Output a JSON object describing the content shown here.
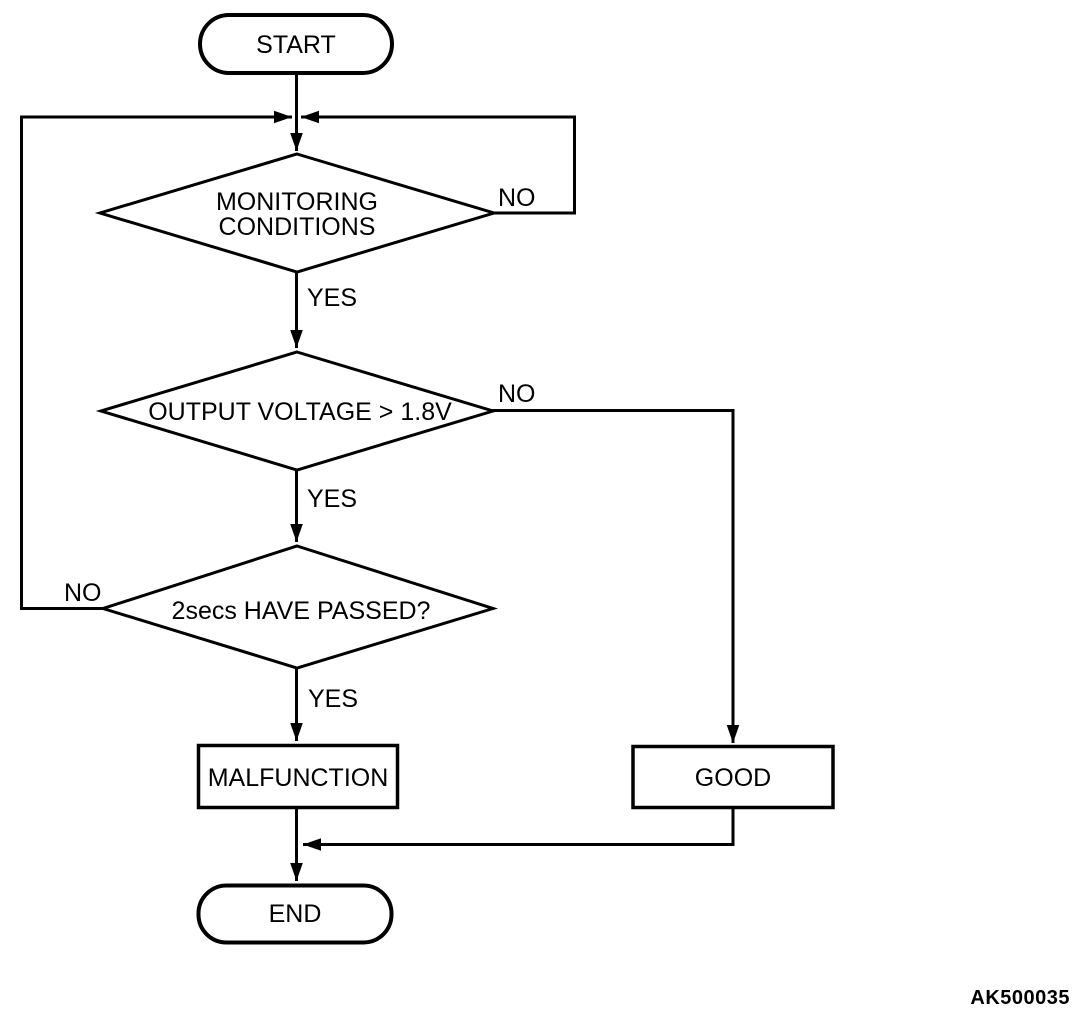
{
  "figure": {
    "code": "AK500035",
    "background_color": "#ffffff",
    "line_color": "#000000",
    "text_color": "#000000"
  },
  "flowchart": {
    "start": {
      "label": "START"
    },
    "decision_monitoring": {
      "line1": "MONITORING",
      "line2": "CONDITIONS",
      "yes_label": "YES",
      "no_label": "NO"
    },
    "decision_voltage": {
      "label": "OUTPUT VOLTAGE > 1.8V",
      "yes_label": "YES",
      "no_label": "NO"
    },
    "decision_passed": {
      "label": "2secs HAVE PASSED?",
      "yes_label": "YES",
      "no_label": "NO"
    },
    "process_malfunction": {
      "label": "MALFUNCTION"
    },
    "process_good": {
      "label": "GOOD"
    },
    "end": {
      "label": "END"
    }
  }
}
